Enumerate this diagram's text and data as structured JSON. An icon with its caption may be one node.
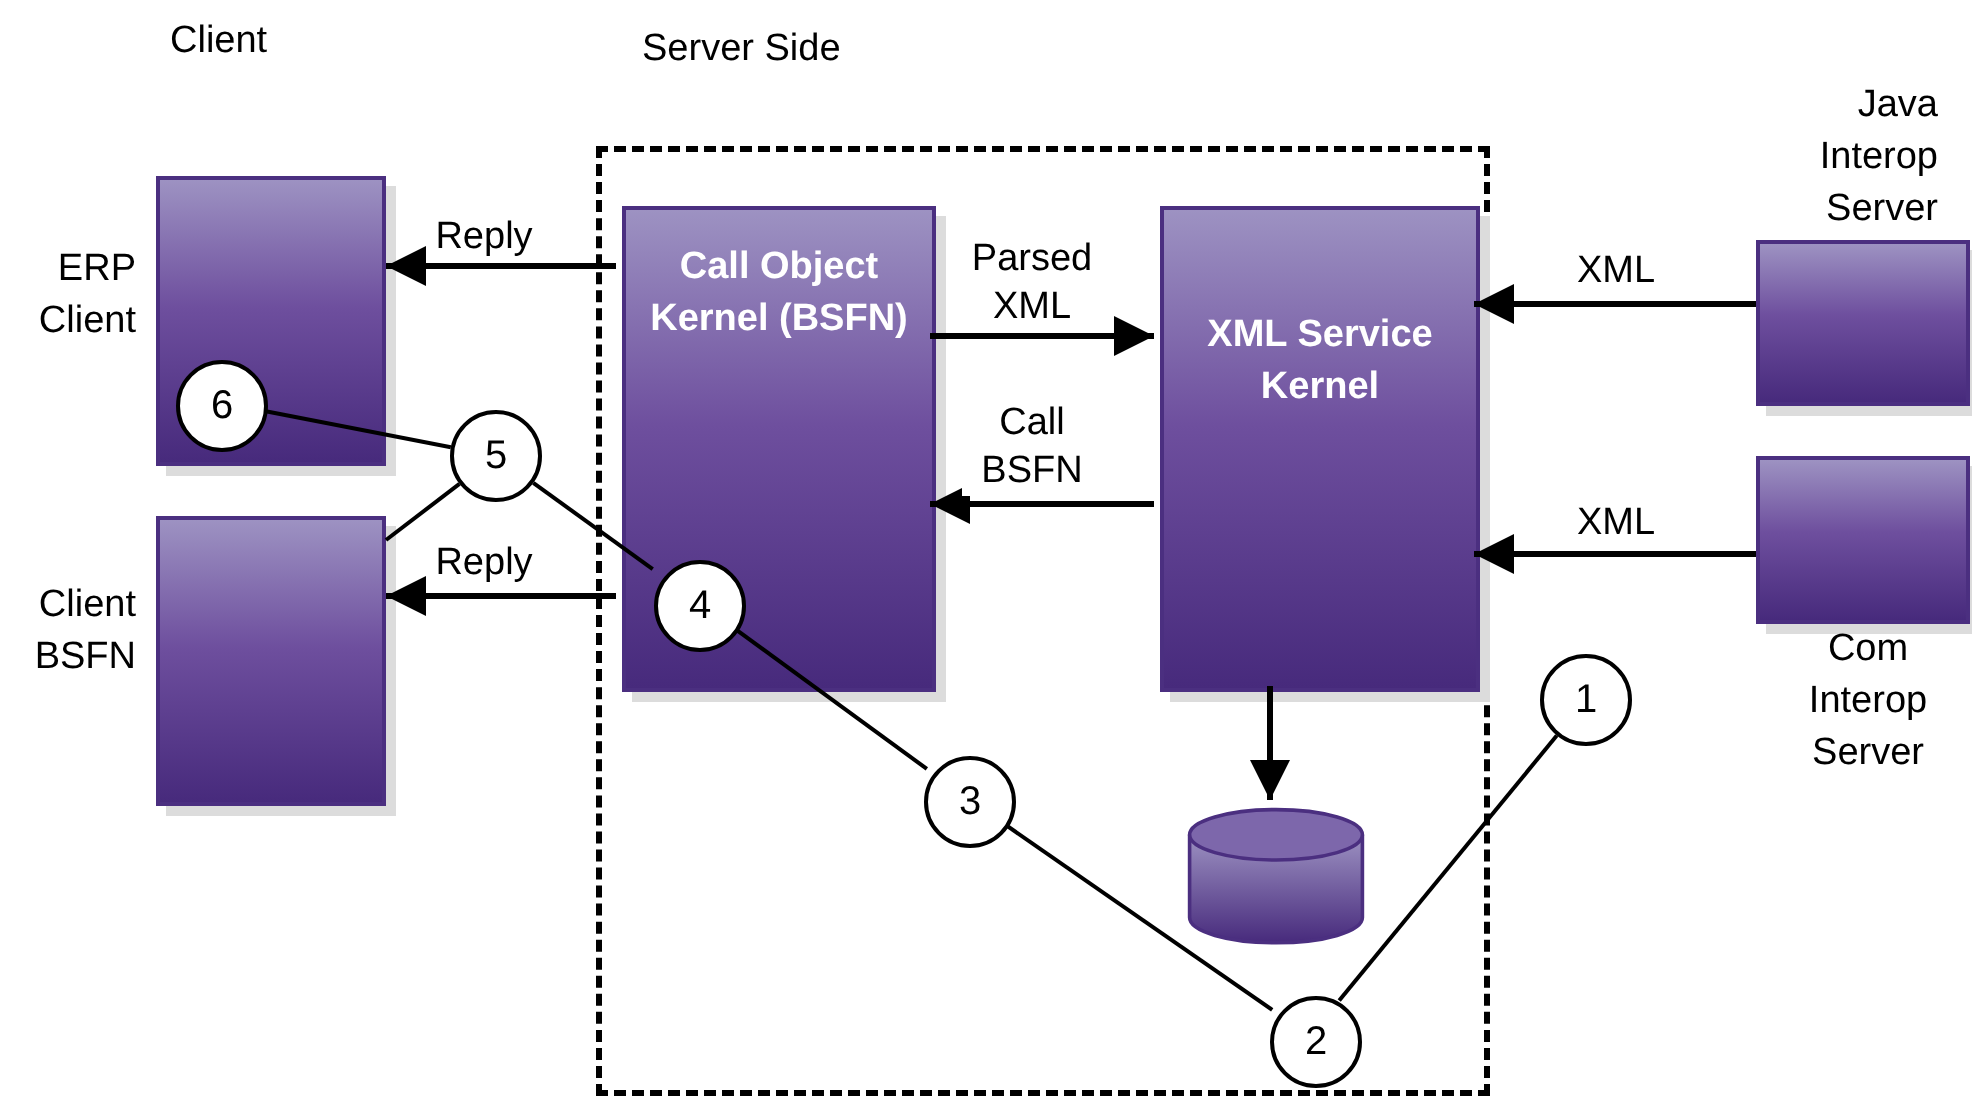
{
  "diagram": {
    "nodes": [
      {
        "text": [
          "Server Side"
        ]
      },
      {
        "text": [
          "ERP Client"
        ]
      },
      {
        "text": [
          "Client BSFN"
        ]
      },
      {
        "text": [
          "Call Object Kernel (BSFN)"
        ],
        "in": 0
      },
      {
        "text": [
          "XML Service Kernel"
        ],
        "in": 0
      },
      {
        "text": [],
        "shape": "cylinder",
        "in": 0
      },
      {
        "text": [
          "Java Interop Server"
        ]
      },
      {
        "text": [
          "Com Interop Server"
        ]
      },
      {
        "text": [
          "1"
        ]
      },
      {
        "text": [
          "2"
        ],
        "in": 0
      },
      {
        "text": [
          "3"
        ],
        "in": 0
      },
      {
        "text": [
          "4"
        ],
        "in": 3
      },
      {
        "text": [
          "5"
        ]
      },
      {
        "text": [
          "6"
        ],
        "in": 1
      }
    ],
    "edges": [
      {
        "from": 3,
        "to": 1,
        "arrow": "to",
        "label": "Reply"
      },
      {
        "from": 3,
        "to": 2,
        "arrow": "to",
        "label": "Reply"
      },
      {
        "from": 3,
        "to": 4,
        "arrow": "to",
        "label": "Parsed XML"
      },
      {
        "from": 4,
        "to": 3,
        "arrow": "to",
        "label": "Call BSFN"
      },
      {
        "from": 6,
        "to": 4,
        "arrow": "to",
        "label": "XML"
      },
      {
        "from": 7,
        "to": 4,
        "arrow": "to",
        "label": "XML"
      },
      {
        "from": 4,
        "to": 5,
        "arrow": "to"
      },
      {
        "from": 8,
        "to": 9,
        "arrow": "none"
      },
      {
        "from": 9,
        "to": 10,
        "arrow": "none"
      },
      {
        "from": 10,
        "to": 11,
        "arrow": "none"
      },
      {
        "from": 11,
        "to": 12,
        "arrow": "none"
      },
      {
        "from": 12,
        "to": 13,
        "arrow": "none"
      },
      {
        "from": 12,
        "to": 2,
        "arrow": "none"
      }
    ],
    "labels": [
      "Client"
    ]
  }
}
